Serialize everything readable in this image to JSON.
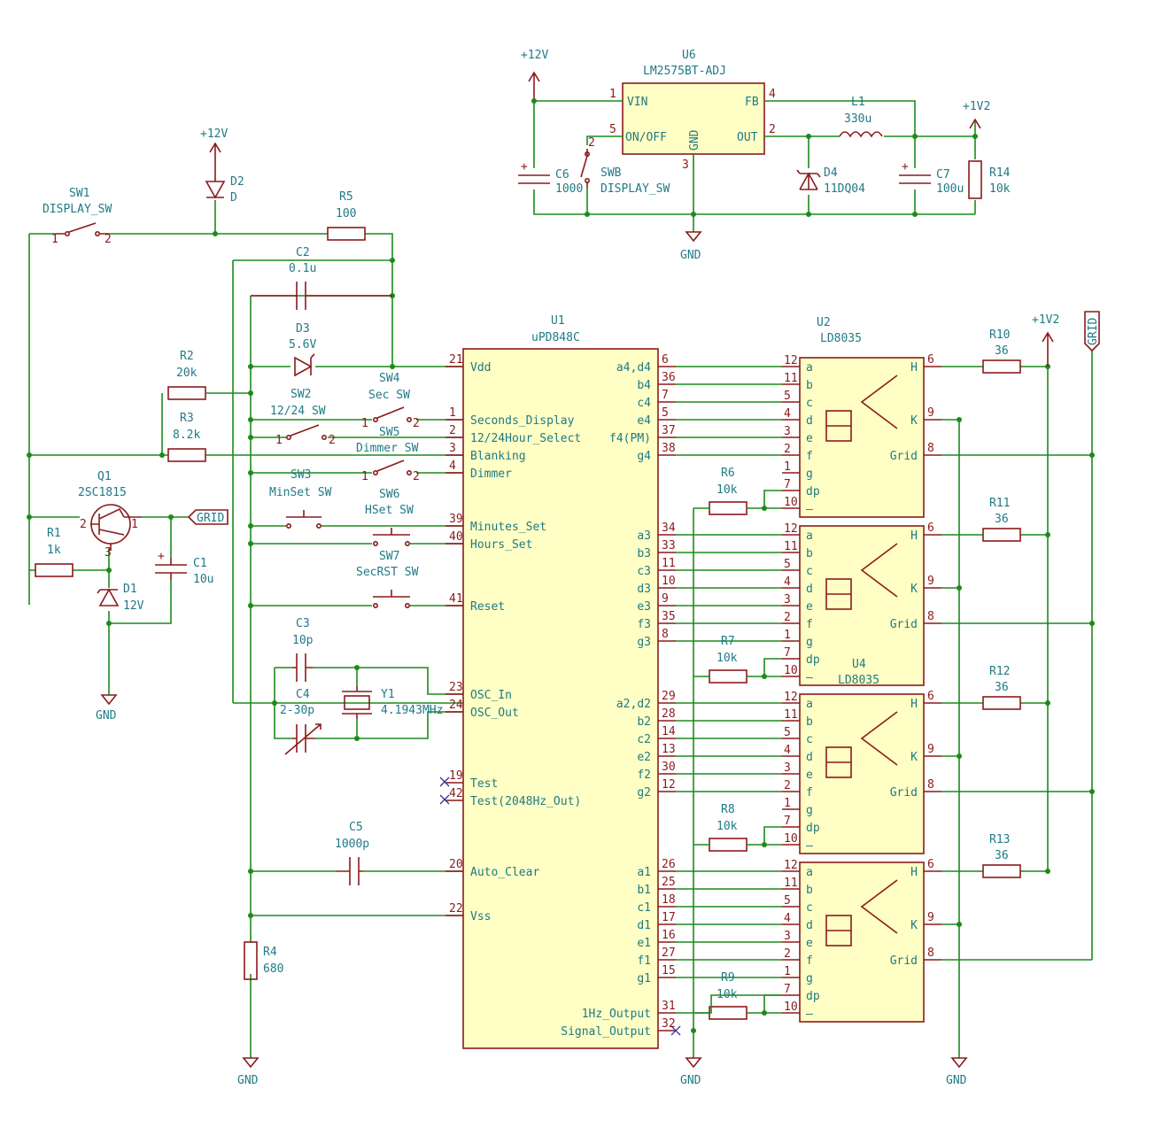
{
  "u6": {
    "ref": "U6",
    "value": "LM2575BT-ADJ",
    "pins": {
      "vin": "VIN",
      "fb": "FB",
      "onoff": "ON/OFF",
      "out": "OUT",
      "gnd": "GND"
    }
  },
  "power": {
    "v12": "+12V",
    "v12b": "+12V",
    "v1v2": "+1V2",
    "v1v2b": "+1V2",
    "gnd_u6": "GND",
    "gnd_d1": "GND",
    "gnd_r4": "GND",
    "gnd_mid": "GND",
    "gnd_right": "GND",
    "grid_q1": "GRID",
    "grid_right": "GRID"
  },
  "parts": {
    "c6": {
      "ref": "C6",
      "value": "1000"
    },
    "swb": {
      "ref": "SWB",
      "value": "DISPLAY_SW"
    },
    "d4": {
      "ref": "D4",
      "value": "11DQ04"
    },
    "l1": {
      "ref": "L1",
      "value": "330u"
    },
    "c7": {
      "ref": "C7",
      "value": "100u"
    },
    "r14": {
      "ref": "R14",
      "value": "10k"
    },
    "sw1": {
      "ref": "SW1",
      "value": "DISPLAY_SW"
    },
    "d2": {
      "ref": "D2",
      "value": "D"
    },
    "r5": {
      "ref": "R5",
      "value": "100"
    },
    "c2": {
      "ref": "C2",
      "value": "0.1u"
    },
    "d3": {
      "ref": "D3",
      "value": "5.6V"
    },
    "r2": {
      "ref": "R2",
      "value": "20k"
    },
    "r3": {
      "ref": "R3",
      "value": "8.2k"
    },
    "q1": {
      "ref": "Q1",
      "value": "2SC1815"
    },
    "r1": {
      "ref": "R1",
      "value": "1k"
    },
    "c1": {
      "ref": "C1",
      "value": "10u"
    },
    "d1": {
      "ref": "D1",
      "value": "12V"
    },
    "sw2": {
      "ref": "SW2",
      "value": "12/24 SW"
    },
    "sw4": {
      "ref": "SW4",
      "value": "Sec SW"
    },
    "sw5": {
      "ref": "SW5",
      "value": "Dimmer SW"
    },
    "sw3": {
      "ref": "SW3",
      "value": "MinSet SW"
    },
    "sw6": {
      "ref": "SW6",
      "value": "HSet SW"
    },
    "sw7": {
      "ref": "SW7",
      "value": "SecRST SW"
    },
    "c3": {
      "ref": "C3",
      "value": "10p"
    },
    "c4": {
      "ref": "C4",
      "value": "2-30p"
    },
    "y1": {
      "ref": "Y1",
      "value": "4.1943MHz"
    },
    "c5": {
      "ref": "C5",
      "value": "1000p"
    },
    "r4": {
      "ref": "R4",
      "value": "680"
    },
    "r6": {
      "ref": "R6",
      "value": "10k"
    },
    "r7": {
      "ref": "R7",
      "value": "10k"
    },
    "r8": {
      "ref": "R8",
      "value": "10k"
    },
    "r9": {
      "ref": "R9",
      "value": "10k"
    },
    "r10": {
      "ref": "R10",
      "value": "36"
    },
    "r11": {
      "ref": "R11",
      "value": "36"
    },
    "r12": {
      "ref": "R12",
      "value": "36"
    },
    "r13": {
      "ref": "R13",
      "value": "36"
    },
    "u2": {
      "ref": "U2",
      "value": "LD8035"
    },
    "u4": {
      "ref": "U4",
      "value": "LD8035"
    }
  },
  "u1": {
    "ref": "U1",
    "value": "uPD848C",
    "left": [
      {
        "num": "21",
        "name": "Vdd"
      },
      {
        "num": "1",
        "name": "Seconds_Display"
      },
      {
        "num": "2",
        "name": "12/24Hour_Select"
      },
      {
        "num": "3",
        "name": "Blanking"
      },
      {
        "num": "4",
        "name": "Dimmer"
      },
      {
        "num": "39",
        "name": "Minutes_Set"
      },
      {
        "num": "40",
        "name": "Hours_Set"
      },
      {
        "num": "41",
        "name": "Reset"
      },
      {
        "num": "23",
        "name": "OSC_In"
      },
      {
        "num": "24",
        "name": "OSC_Out"
      },
      {
        "num": "19",
        "name": "Test"
      },
      {
        "num": "42",
        "name": "Test(2048Hz_Out)"
      },
      {
        "num": "20",
        "name": "Auto_Clear"
      },
      {
        "num": "22",
        "name": "Vss"
      }
    ],
    "right": [
      {
        "num": "6",
        "name": "a4,d4"
      },
      {
        "num": "36",
        "name": "b4"
      },
      {
        "num": "7",
        "name": "c4"
      },
      {
        "num": "5",
        "name": "e4"
      },
      {
        "num": "37",
        "name": "f4(PM)"
      },
      {
        "num": "38",
        "name": "g4"
      },
      {
        "num": "34",
        "name": "a3"
      },
      {
        "num": "33",
        "name": "b3"
      },
      {
        "num": "11",
        "name": "c3"
      },
      {
        "num": "10",
        "name": "d3"
      },
      {
        "num": "9",
        "name": "e3"
      },
      {
        "num": "35",
        "name": "f3"
      },
      {
        "num": "8",
        "name": "g3"
      },
      {
        "num": "29",
        "name": "a2,d2"
      },
      {
        "num": "28",
        "name": "b2"
      },
      {
        "num": "14",
        "name": "c2"
      },
      {
        "num": "13",
        "name": "e2"
      },
      {
        "num": "30",
        "name": "f2"
      },
      {
        "num": "12",
        "name": "g2"
      },
      {
        "num": "26",
        "name": "a1"
      },
      {
        "num": "25",
        "name": "b1"
      },
      {
        "num": "18",
        "name": "c1"
      },
      {
        "num": "17",
        "name": "d1"
      },
      {
        "num": "16",
        "name": "e1"
      },
      {
        "num": "27",
        "name": "f1"
      },
      {
        "num": "15",
        "name": "g1"
      },
      {
        "num": "31",
        "name": "1Hz_Output"
      },
      {
        "num": "32",
        "name": "Signal_Output"
      }
    ]
  },
  "display": {
    "seg_names": [
      "a",
      "b",
      "c",
      "d",
      "e",
      "f",
      "g",
      "dp",
      "–"
    ],
    "seg_pins": [
      "12",
      "11",
      "5",
      "4",
      "3",
      "2",
      "1",
      "7",
      "10"
    ],
    "h": "H",
    "k": "K",
    "grid": "Grid",
    "h_pin": "6",
    "k_pin": "9",
    "grid_pin": "8"
  }
}
